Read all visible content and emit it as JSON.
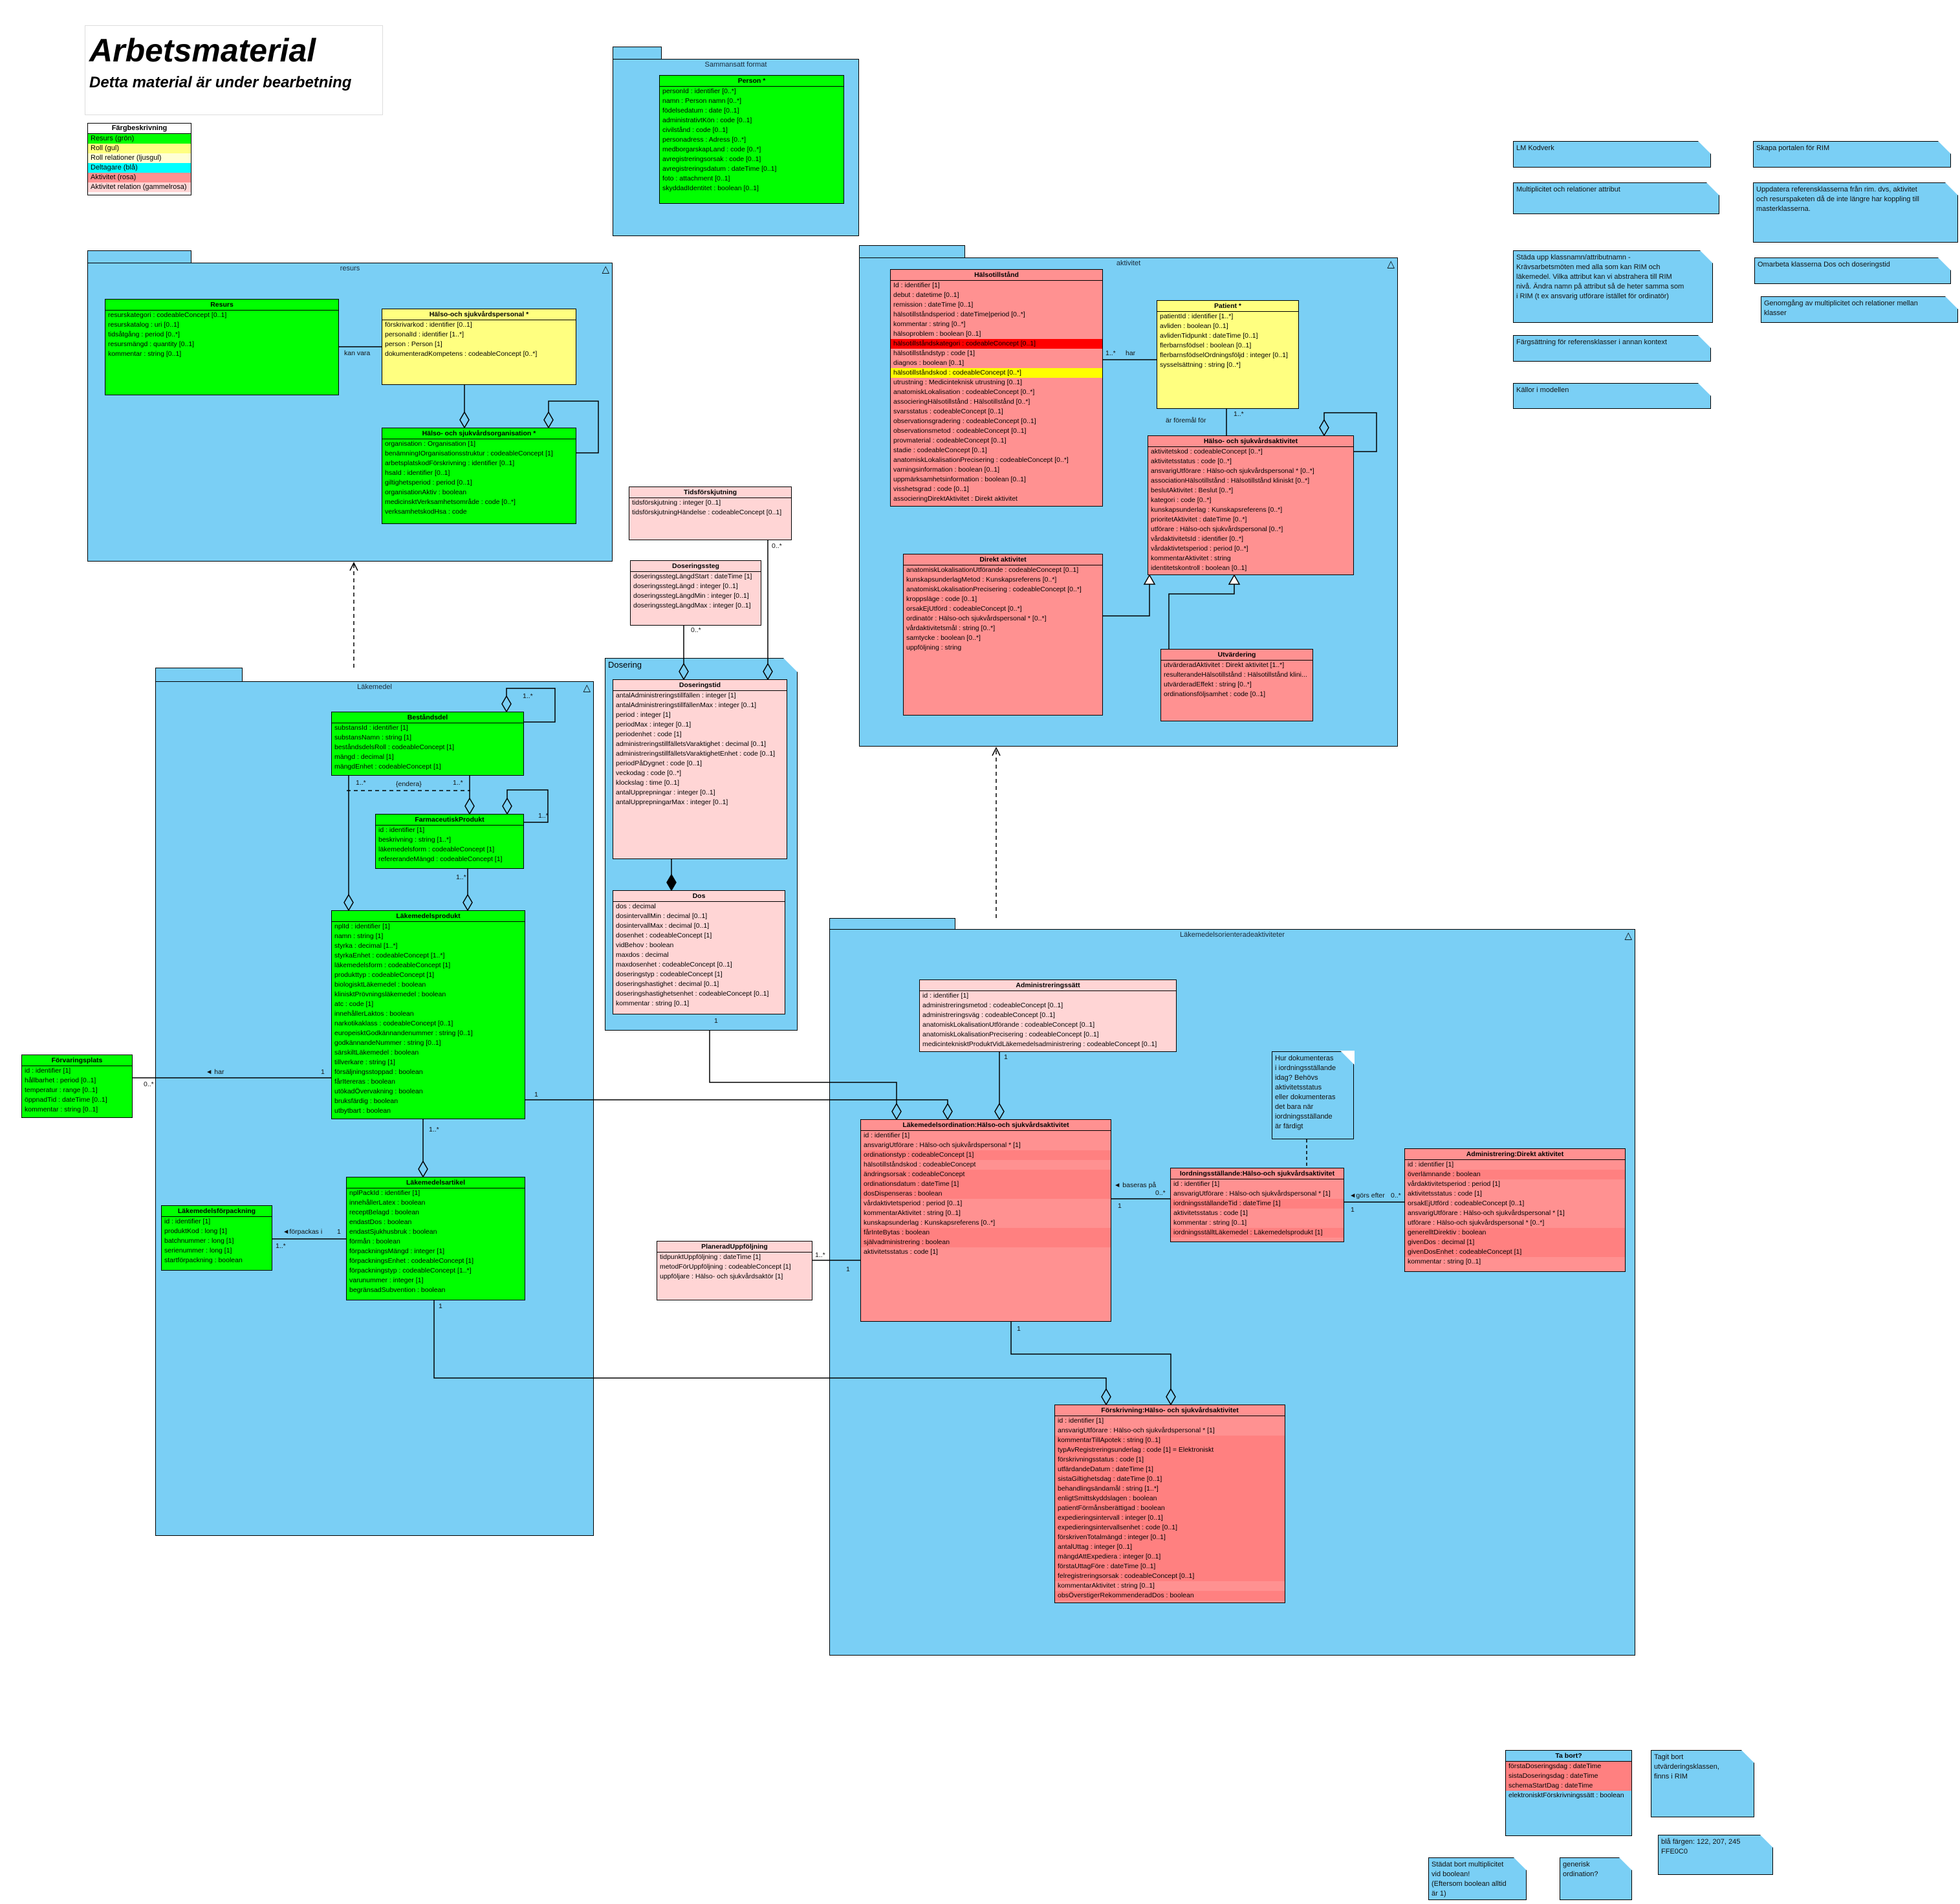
{
  "header": {
    "title": "Arbetsmaterial",
    "subtitle": "Detta material är under bearbetning"
  },
  "legend": {
    "title": "Färgbeskrivning",
    "items": [
      {
        "label": "Resurs (grön)",
        "color": "#00FF00"
      },
      {
        "label": "Roll (gul)",
        "color": "#FFFF80"
      },
      {
        "label": "Roll relationer (ljusgul)",
        "color": "#FFFFD5"
      },
      {
        "label": "Deltagare (blå)",
        "color": "#00FFFF"
      },
      {
        "label": "Aktivitet (rosa)",
        "color": "#FF9191"
      },
      {
        "label": "Aktivitet relation (gammelrosa)",
        "color": "#FFD5D5"
      }
    ]
  },
  "packages": {
    "sammansatt": "Sammansatt format",
    "resurs": "resurs",
    "lakemedel": "Läkemedel",
    "dosering": "Dosering",
    "aktivitet": "aktivitet",
    "lmorienterade": "Läkemedelsorienteradeaktiviteter",
    "package_icon": "triangle-icon"
  },
  "classes": {
    "person": {
      "name": "Person  *",
      "attrs": [
        "personId : identifier [0..*]",
        "namn : Person namn   [0..*]",
        "födelsedatum : date [0..1]",
        "administrativtKön : code [0..1]",
        "civilstånd : code [0..1]",
        "personadress : Adress   [0..*]",
        "medborgarskapLand : code [0..*]",
        "avregistreringsorsak : code [0..1]",
        "avregistreringsdatum : dateTime [0..1]",
        "foto : attachment [0..1]",
        "skyddadIdentitet : boolean [0..1]"
      ]
    },
    "resurs": {
      "name": "Resurs",
      "attrs": [
        "resurskategori : codeableConcept [0..1]",
        "resurskatalog : uri [0..1]",
        "tidsåtgång : period [0..*]",
        "resursmängd : quantity [0..1]",
        "kommentar : string [0..1]"
      ]
    },
    "hos_personal": {
      "name": "Hälso-och sjukvårdspersonal  *",
      "attrs": [
        "förskrivarkod : identifier [0..1]",
        "personalId : identifier [1..*]",
        "person : Person   [1]",
        "dokumenteradKompetens : codeableConcept [0..*]"
      ]
    },
    "hos_org": {
      "name": "Hälso- och sjukvårdsorganisation  *",
      "attrs": [
        "organisation : Organisation   [1]",
        "benämningIOrganisationsstruktur : codeableConcept [1]",
        "arbetsplatskodFörskrivning : identifier [0..1]",
        "hsaId : identifier [0..1]",
        "giltighetsperiod : period [0..1]",
        "organisationAktiv : boolean",
        "medicinsktVerksamhetsområde : code [0..*]",
        "verksamhetskodHsa : code"
      ]
    },
    "bestandsdel": {
      "name": "Beståndsdel",
      "attrs": [
        "substansId : identifier [1]",
        "substansNamn : string [1]",
        "beståndsdelsRoll : codeableConcept [1]",
        "mängd : decimal [1]",
        "mängdEnhet : codeableConcept [1]"
      ]
    },
    "farmprodukt": {
      "name": "FarmaceutiskProdukt",
      "attrs": [
        "id : identifier [1]",
        "beskrivning : string [1..*]",
        "läkemedelsform : codeableConcept [1]",
        "refererandeMängd : codeableConcept [1]"
      ]
    },
    "lmprodukt": {
      "name": "Läkemedelsprodukt",
      "attrs": [
        "nplId : identifier [1]",
        "namn : string [1]",
        "styrka : decimal [1..*]",
        "styrkaEnhet : codeableConcept [1..*]",
        "läkemedelsform : codeableConcept [1]",
        "produkttyp : codeableConcept [1]",
        "biologisktLäkemedel : boolean",
        "klinisktPrövningsläkemedel : boolean",
        "atc : code [1]",
        "innehållerLaktos : boolean",
        "narkotikaklass : codeableConcept [0..1]",
        "europeisktGodkännandenummer : string [0..1]",
        "godkännandeNummer : string [0..1]",
        "särskiltLäkemedel : boolean",
        "tillverkare : string [1]",
        "försäljningsstoppad : boolean",
        "fårItereras : boolean",
        "utökadÖvervakning : boolean",
        "bruksfärdig : boolean",
        "utbytbart : boolean"
      ]
    },
    "lmartikel": {
      "name": "Läkemedelsartikel",
      "attrs": [
        "nplPackId : identifier [1]",
        "innehållerLatex : boolean",
        "receptBelagd : boolean",
        "endastDos : boolean",
        "endastSjukhusbruk : boolean",
        "förmån : boolean",
        "förpackningsMängd : integer [1]",
        "förpackningsEnhet : codeableConcept [1]",
        "förpackningstyp : codeableConcept [1..*]",
        "varunummer : integer [1]",
        "begränsadSubvention : boolean"
      ]
    },
    "lmforpackning": {
      "name": "Läkemedelsförpackning",
      "attrs": [
        "id : identifier [1]",
        "produktKod : long [1]",
        "batchnummer : long [1]",
        "serienummer : long [1]",
        "startförpackning : boolean"
      ]
    },
    "forvaringsplats": {
      "name": "Förvaringsplats",
      "attrs": [
        "id : identifier [1]",
        "hållbarhet : period [0..1]",
        "temperatur : range [0..1]",
        "öppnadTid : dateTime [0..1]",
        "kommentar : string [0..1]"
      ]
    },
    "tidsforskjutning": {
      "name": "Tidsförskjutning",
      "attrs": [
        "tidsförskjutning : integer [0..1]",
        "tidsförskjutningHändelse : codeableConcept [0..1]"
      ]
    },
    "doseringssteg": {
      "name": "Doseringssteg",
      "attrs": [
        "doseringsstegLängdStart : dateTime [1]",
        "doseringsstegLängd : integer [0..1]",
        "doseringsstegLängdMin : integer [0..1]",
        "doseringsstegLängdMax : integer [0..1]"
      ]
    },
    "doseringstid": {
      "name": "Doseringstid",
      "attrs": [
        "antalAdministreringstillfällen : integer [1]",
        "antalAdministreringstillfällenMax : integer [0..1]",
        "period : integer [1]",
        "periodMax : integer [0..1]",
        "periodenhet : code [1]",
        "administreringstillfälletsVaraktighet : decimal [0..1]",
        "administreringstillfälletsVaraktighetEnhet : code [0..1]",
        "periodPåDygnet : code [0..1]",
        "veckodag : code [0..*]",
        "klockslag : time [0..1]",
        "antalUpprepningar : integer [0..1]",
        "antalUpprepningarMax : integer [0..1]"
      ]
    },
    "dos": {
      "name": "Dos",
      "attrs": [
        "dos : decimal",
        "dosintervallMin : decimal [0..1]",
        "dosintervallMax : decimal [0..1]",
        "dosenhet : codeableConcept [1]",
        "vidBehov : boolean",
        "maxdos : decimal",
        "maxdosenhet : codeableConcept [0..1]",
        "doseringstyp : codeableConcept [1]",
        "doseringshastighet : decimal [0..1]",
        "doseringshastighetsenhet : codeableConcept [0..1]",
        "kommentar : string [0..1]"
      ]
    },
    "halsotillstand": {
      "name": "Hälsotillstånd",
      "attrs": [
        "Id : identifier [1]",
        "debut : datetime [0..1]",
        "remission : dateTime [0..1]",
        "hälsotillståndsperiod : dateTime|period [0..*]",
        "kommentar : string [0..*]",
        "hälsoproblem : boolean [0..1]",
        {
          "t": "hälsotillståndskategori : codeableConcept [0..1]",
          "c": "#FF0000"
        },
        "hälsotillståndstyp : code [1]",
        "diagnos : boolean [0..1]",
        {
          "t": "hälsotillståndskod : codeableConcept [0..*]",
          "c": "#FFFF00"
        },
        "utrustning : Medicinteknisk utrustning [0..1]",
        "anatomiskLokalisation : codeableConcept [0..*]",
        "associeringHälsotillstånd : Hälsotillstånd [0..*]",
        "svarsstatus : codeableConcept [0..1]",
        "observationsgradering : codeableConcept [0..1]",
        "observationsmetod : codeableConcept [0..1]",
        "provmaterial : codeableConcept [0..1]",
        "stadie : codeableConcept [0..1]",
        "anatomiskLokalisationPrecisering : codeableConcept [0..*]",
        "varningsinformation : boolean [0..1]",
        "uppmärksamhetsinformation : boolean [0..1]",
        "visshetsgrad : code [0..1]",
        "associeringDirektAktivitet : Direkt aktivitet"
      ]
    },
    "patient": {
      "name": "Patient  *",
      "attrs": [
        "patientId : identifier [1..*]",
        "avliden : boolean [0..1]",
        "avlidenTidpunkt : dateTime [0..1]",
        "flerbarnsfödsel : boolean [0..1]",
        "flerbarnsfödselOrdningsföljd : integer [0..1]",
        "sysselsättning : string [0..*]"
      ]
    },
    "hos_aktivitet": {
      "name": "Hälso- och sjukvårdsaktivitet",
      "attrs": [
        "aktivitetskod : codeableConcept [0..*]",
        "aktivitetsstatus : code [0..*]",
        "ansvarigUtförare : Hälso-och sjukvårdspersonal  * [0..*]",
        "associationHälsotillstånd : Hälsotillstånd kliniskt [0..*]",
        "beslutAktivitet : Beslut [0..*]",
        "kategori : code [0..*]",
        "kunskapsunderlag : Kunskapsreferens [0..*]",
        "prioritetAktivitet : dateTime [0..*]",
        "utförare : Hälso-och sjukvårdspersonal   [0..*]",
        "vårdaktivitetsId : identifier [0..*]",
        "vårdaktivtetsperiod : period [0..*]",
        "kommentarAktivitet : string",
        "identitetskontroll : boolean [0..1]"
      ]
    },
    "direkt_aktivitet": {
      "name": "Direkt aktivitet",
      "attrs": [
        "anatomiskLokalisationUtförande : codeableConcept [0..1]",
        "kunskapsunderlagMetod : Kunskapsreferens [0..*]",
        "anatomiskLokalisationPrecisering : codeableConcept [0..*]",
        "kroppsläge : code [0..1]",
        "orsakEjUtförd : codeableConcept [0..*]",
        "ordinatör : Hälso-och sjukvårdspersonal  * [0..*]",
        "vårdaktivitetsmål : string [0..*]",
        "samtycke : boolean [0..*]",
        "uppföljning : string"
      ]
    },
    "utvardering": {
      "name": "Utvärdering",
      "attrs": [
        "utvärderadAktivitet : Direkt aktivitet [1..*]",
        "resulterandeHälsotillstånd : Hälsotillstånd klini...",
        "utvärderadEffekt : string [0..*]",
        "ordinationsföljsamhet : code [0..1]"
      ]
    },
    "admsatt": {
      "name": "Administreringssätt",
      "attrs": [
        "id : identifier [1]",
        "administreringsmetod : codeableConcept [0..1]",
        "administreringsväg : codeableConcept [0..1]",
        "anatomiskLokalisationUtförande : codeableConcept [0..1]",
        "anatomiskLokalisationPrecisering : codeableConcept [0..1]",
        "medicinteknisktProduktVidLäkemedelsadministrering : codeableConcept [0..1]"
      ]
    },
    "ordination": {
      "name": "Läkemedelsordination:Hälso-och sjukvårdsaktivitet",
      "attrs": [
        "id : identifier [1]",
        "ansvarigUtförare : Hälso-och sjukvårdspersonal  * [1]",
        {
          "t": "ordinationstyp : codeableConcept [1]",
          "c": "#FF8080"
        },
        "hälsotillståndskod : codeableConcept",
        {
          "t": "ändringsorsak : codeableConcept",
          "c": "#FF8080"
        },
        {
          "t": "ordinationsdatum : dateTime [1]",
          "c": "#FF8080"
        },
        {
          "t": "dosDispenseras : boolean",
          "c": "#FF8080"
        },
        "vårdaktivtetsperiod : period [0..1]",
        "kommentarAktivitet : string [0..1]",
        "kunskapsunderlag : Kunskapsreferens [0..*]",
        {
          "t": "fårInteBytas : boolean",
          "c": "#FF8080"
        },
        {
          "t": "självadministrering : boolean",
          "c": "#FF8080"
        },
        "aktivitetsstatus : code [1]"
      ]
    },
    "planerad": {
      "name": "PlaneradUppföljning",
      "attrs": [
        "tidpunktUppföljning : dateTime [1]",
        "metodFörUppföljning : codeableConcept [1]",
        "uppföljare : Hälso- och sjukvårdsaktör [1]"
      ]
    },
    "iordning": {
      "name": "Iordningsställande:Hälso-och sjukvårdsaktivitet",
      "attrs": [
        "id : identifier [1]",
        "ansvarigUtförare : Hälso-och sjukvårdspersonal  * [1]",
        {
          "t": "iordningsställandeTid : dateTime [1]",
          "c": "#FF8080"
        },
        "aktivitetsstatus : code [1]",
        "kommentar : string [0..1]",
        {
          "t": "iordningsställtLäkemedel : Läkemedelsprodukt [1]",
          "c": "#FF8080"
        }
      ]
    },
    "administrering": {
      "name": "Administrering:Direkt aktivitet",
      "attrs": [
        "id : identifier [1]",
        {
          "t": "överlämnande : boolean",
          "c": "#FF8080"
        },
        "vårdaktivitetsperiod : period [1]",
        "aktivitetsstatus : code [1]",
        "orsakEjUtförd : codeableConcept [0..1]",
        "ansvarigUtförare : Hälso-och sjukvårdspersonal  * [1]",
        "utförare : Hälso-och sjukvårdspersonal  * [0..*]",
        {
          "t": "generelltDirektiv : boolean",
          "c": "#FF8080"
        },
        {
          "t": "givenDos : decimal [1]",
          "c": "#FF8080"
        },
        {
          "t": "givenDosEnhet : codeableConcept [1]",
          "c": "#FF8080"
        },
        "kommentar : string [0..1]"
      ]
    },
    "forskrivning": {
      "name": "Förskrivning:Hälso- och sjukvårdsaktivitet",
      "attrs": [
        "id : identifier [1]",
        "ansvarigUtförare : Hälso-och sjukvårdspersonal  * [1]",
        {
          "t": "kommentarTillApotek : string [0..1]",
          "c": "#FF8080"
        },
        {
          "t": "typAvRegistreringsunderlag : code [1] = Elektroniskt",
          "c": "#FF8080"
        },
        {
          "t": "förskrivningsstatus : code [1]",
          "c": "#FF8080"
        },
        {
          "t": "utfärdandeDatum : dateTime [1]",
          "c": "#FF8080"
        },
        {
          "t": "sistaGiltighetsdag : dateTime [0..1]",
          "c": "#FF8080"
        },
        {
          "t": "behandlingsändamål : string [1..*]",
          "c": "#FF8080"
        },
        {
          "t": "enligtSmittskyddslagen : boolean",
          "c": "#FF8080"
        },
        {
          "t": "patientFörmånsberättigad : boolean",
          "c": "#FF8080"
        },
        {
          "t": "expedieringsintervall : integer [0..1]",
          "c": "#FF8080"
        },
        {
          "t": "expedieringsintervallsenhet : code [0..1]",
          "c": "#FF8080"
        },
        {
          "t": "förskrivenTotalmängd : integer [0..1]",
          "c": "#FF8080"
        },
        {
          "t": "antalUttag : integer [0..1]",
          "c": "#FF8080"
        },
        {
          "t": "mängdAttExpediera : integer [0..1]",
          "c": "#FF8080"
        },
        {
          "t": "förstaUttagFöre : dateTime [0..1]",
          "c": "#FF8080"
        },
        {
          "t": "felregistreringsorsak : codeableConcept [0..1]",
          "c": "#FF8080"
        },
        "kommentarAktivitet : string [0..1]",
        {
          "t": "obsÖverstigerRekommenderadDos : boolean",
          "c": "#FF8080"
        }
      ]
    },
    "tabort": {
      "name": "Ta bort?",
      "attrs": [
        {
          "t": "förstaDoseringsdag : dateTime",
          "c": "#FF8080"
        },
        {
          "t": "sistaDoseringsdag : dateTime",
          "c": "#FF8080"
        },
        {
          "t": "schemaStartDag : dateTime",
          "c": "#FF8080"
        },
        "elektronisktFörskrivningssätt : boolean"
      ]
    }
  },
  "assoc_labels": [
    "kan vara",
    "1..*",
    "har",
    "1..*",
    "är föremål för",
    "0..*",
    "0..*",
    "1",
    "1",
    "1",
    "1",
    "1",
    "1..*",
    "1",
    "◄ baseras på",
    "0..*",
    "1",
    "◄görs efter",
    "0..*",
    "1",
    "◄ har",
    "1",
    "0..*",
    "◄förpackas i",
    "1",
    "1..*",
    "1..*",
    "1..*",
    "{endera}",
    "1..*",
    "1..*",
    "1..*",
    "1..*"
  ],
  "notes": {
    "hur_dokumenteras": "Hur dokumenteras\ni iordningsställande\nidag? Behövs\naktivitetsstatus\neller dokumenteras\ndet bara när\niordningsställande\när färdigt",
    "lm_kodverk": "LM Kodverk",
    "skapa_portalen": "Skapa portalen för RIM",
    "multiplicitet": "Multiplicitet och relationer attribut",
    "uppdatera": "Uppdatera referensklasserna från rim. dvs, aktivitet\noch resurspaketen då de inte längre har koppling till\nmasterklasserna.",
    "stada_upp": "Städa upp klassnamn/attributnamn -\nKrävsarbetsmöten med alla som kan RIM  och\nläkemedel. Vilka attribut kan vi abstrahera till RIM\nnivå. Ändra namn på attribut så de heter samma som\ni RIM  (t ex ansvarig utförare istället för ordinatör)",
    "omarbeta": "Omarbeta klasserna Dos och doseringstid",
    "genomgang": "Genomgång av multiplicitet och relationer mellan\nklasser",
    "fargsattning": "Färgsättning för referensklasser i annan kontext",
    "kallor": "Källor i modellen",
    "tagit_bort": "Tagit bort\nutvärderingsklassen,\nfinns i RIM",
    "bla_fargen": "blå färgen: 122, 207, 245\nFFE0C0",
    "stadat_bort": "Städat bort multiplicitet\nvid boolean!\n(Eftersom boolean alltid\när 1)",
    "generisk": "generisk\nordination?"
  },
  "colors": {
    "package_blue": "#7ACFF5",
    "resurs_green": "#00FF00",
    "roll_yellow": "#FFFF80",
    "aktivitet_rosa": "#FF9191",
    "gammelrosa": "#FFD5D5"
  }
}
